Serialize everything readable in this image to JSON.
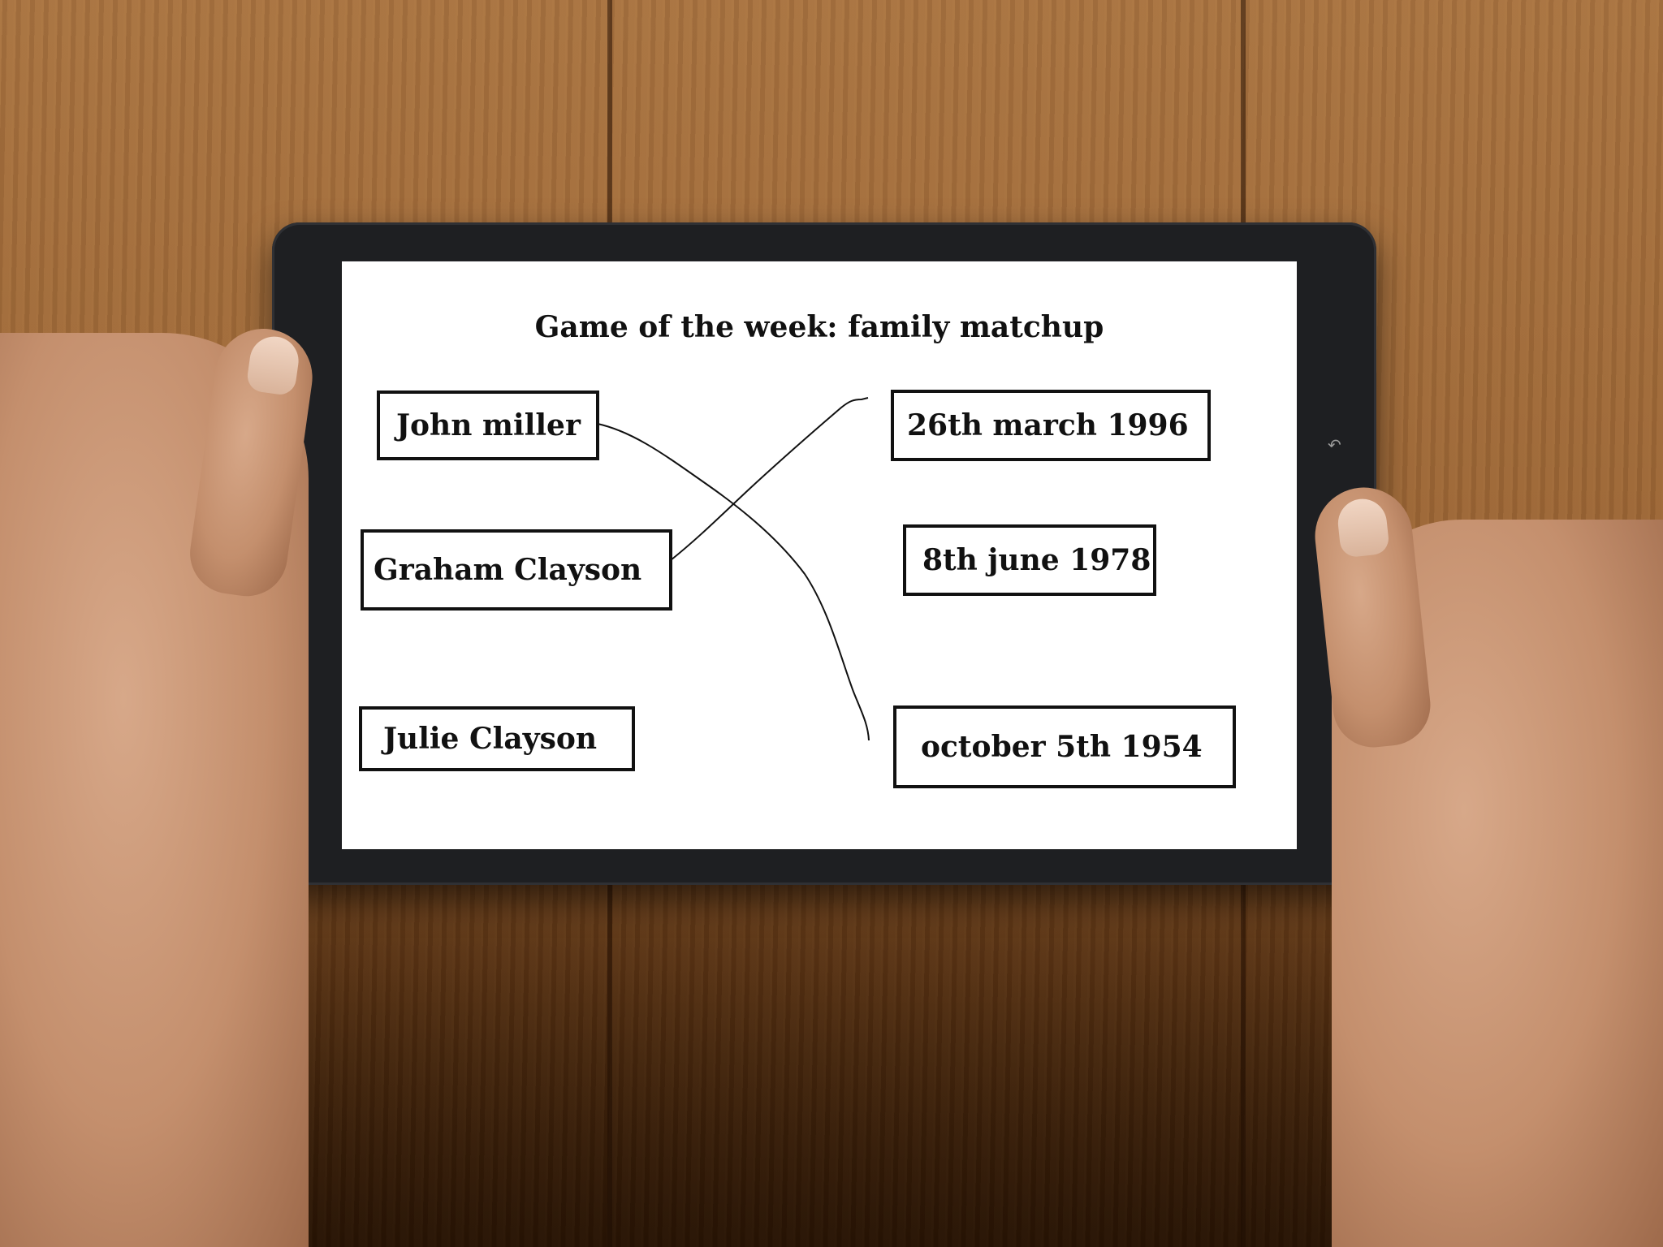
{
  "game": {
    "title": "Game of the week: family matchup",
    "names": [
      {
        "label": "John miller"
      },
      {
        "label": "Graham Clayson"
      },
      {
        "label": "Julie Clayson"
      }
    ],
    "dates": [
      {
        "label": "26th march 1996"
      },
      {
        "label": "8th june 1978"
      },
      {
        "label": "october 5th 1954"
      }
    ],
    "connections": [
      {
        "from": "John miller",
        "to": "october 5th 1954"
      },
      {
        "from": "Graham Clayson",
        "to": "26th march 1996"
      }
    ]
  },
  "device": {
    "back_icon": "back-arrow-icon"
  }
}
